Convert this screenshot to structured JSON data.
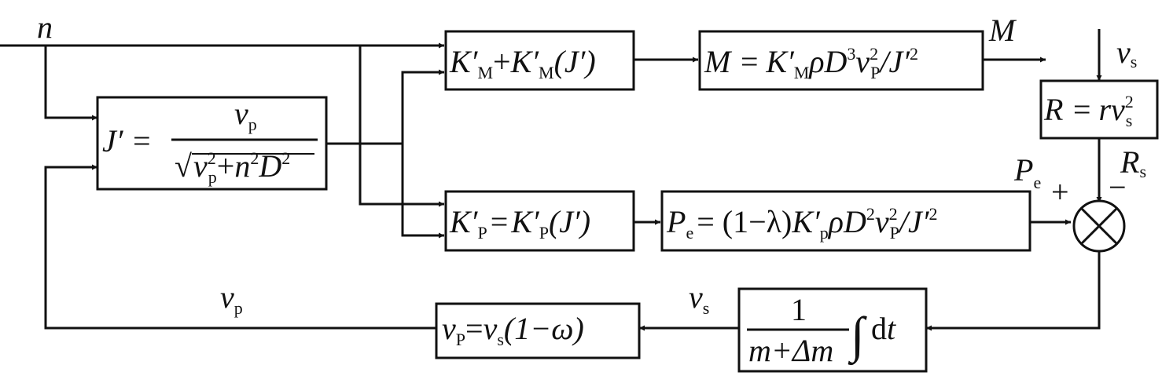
{
  "signals": {
    "n": "n",
    "M": "M",
    "vs": "v",
    "vs_sub": "s",
    "Rs": "R",
    "Rs_sub": "s",
    "Pe": "P",
    "Pe_sub": "e",
    "plus": "+",
    "minus": "−",
    "vp": "v",
    "vp_sub": "p",
    "vs_bottom": "v",
    "vs_bottom_sub": "s"
  },
  "blocks": {
    "J_calc": {
      "lhs": "J′ =",
      "num": "v",
      "num_sub": "p",
      "den_sqrt": "√",
      "den_v": "v",
      "den_v_sup": "2",
      "den_v_sub": "p",
      "den_plus": "+",
      "den_n": "n",
      "den_n_sup": "2",
      "den_D": "D",
      "den_D_sup": "2"
    },
    "KM": {
      "K1": "K′",
      "K1_sub": "M",
      "plus": "+",
      "K2": "K′",
      "K2_sub": "M",
      "arg": "(J′)"
    },
    "M_eq": {
      "lhs": "M =",
      "K": "K′",
      "K_sub": "M",
      "rho": "ρ",
      "D": "D",
      "D_sup": "3",
      "v": "v",
      "v_sup": "2",
      "v_sub": "P",
      "tail": "/J′",
      "tail_sup": "2"
    },
    "R_eq": {
      "lhs": "R =",
      "r": "r",
      "v": "v",
      "v_sup": "2",
      "v_sub": "s"
    },
    "KP": {
      "K1": "K′",
      "K1_sub": "P",
      "eq": "=",
      "K2": "K′",
      "K2_sub": "P",
      "arg": "(J′)"
    },
    "Pe_eq": {
      "P": "P",
      "P_sub": "e",
      "mid": "= (1−λ)",
      "K": "K′",
      "K_sub": "p",
      "rho": "ρ",
      "D": "D",
      "D_sup": "2",
      "v": "v",
      "v_sup": "2",
      "v_sub": "P",
      "tail": "/J′",
      "tail_sup": "2"
    },
    "integ": {
      "num": "1",
      "den": "m+Δm",
      "int": "∫",
      "dt": "d",
      "t": "t"
    },
    "vp_eq": {
      "v1": "v",
      "v1_sub": "P",
      "eq": "=",
      "v2": "v",
      "v2_sub": "s",
      "tail": "(1−ω)"
    }
  },
  "summing_junction": {
    "symbol": "⊗"
  }
}
